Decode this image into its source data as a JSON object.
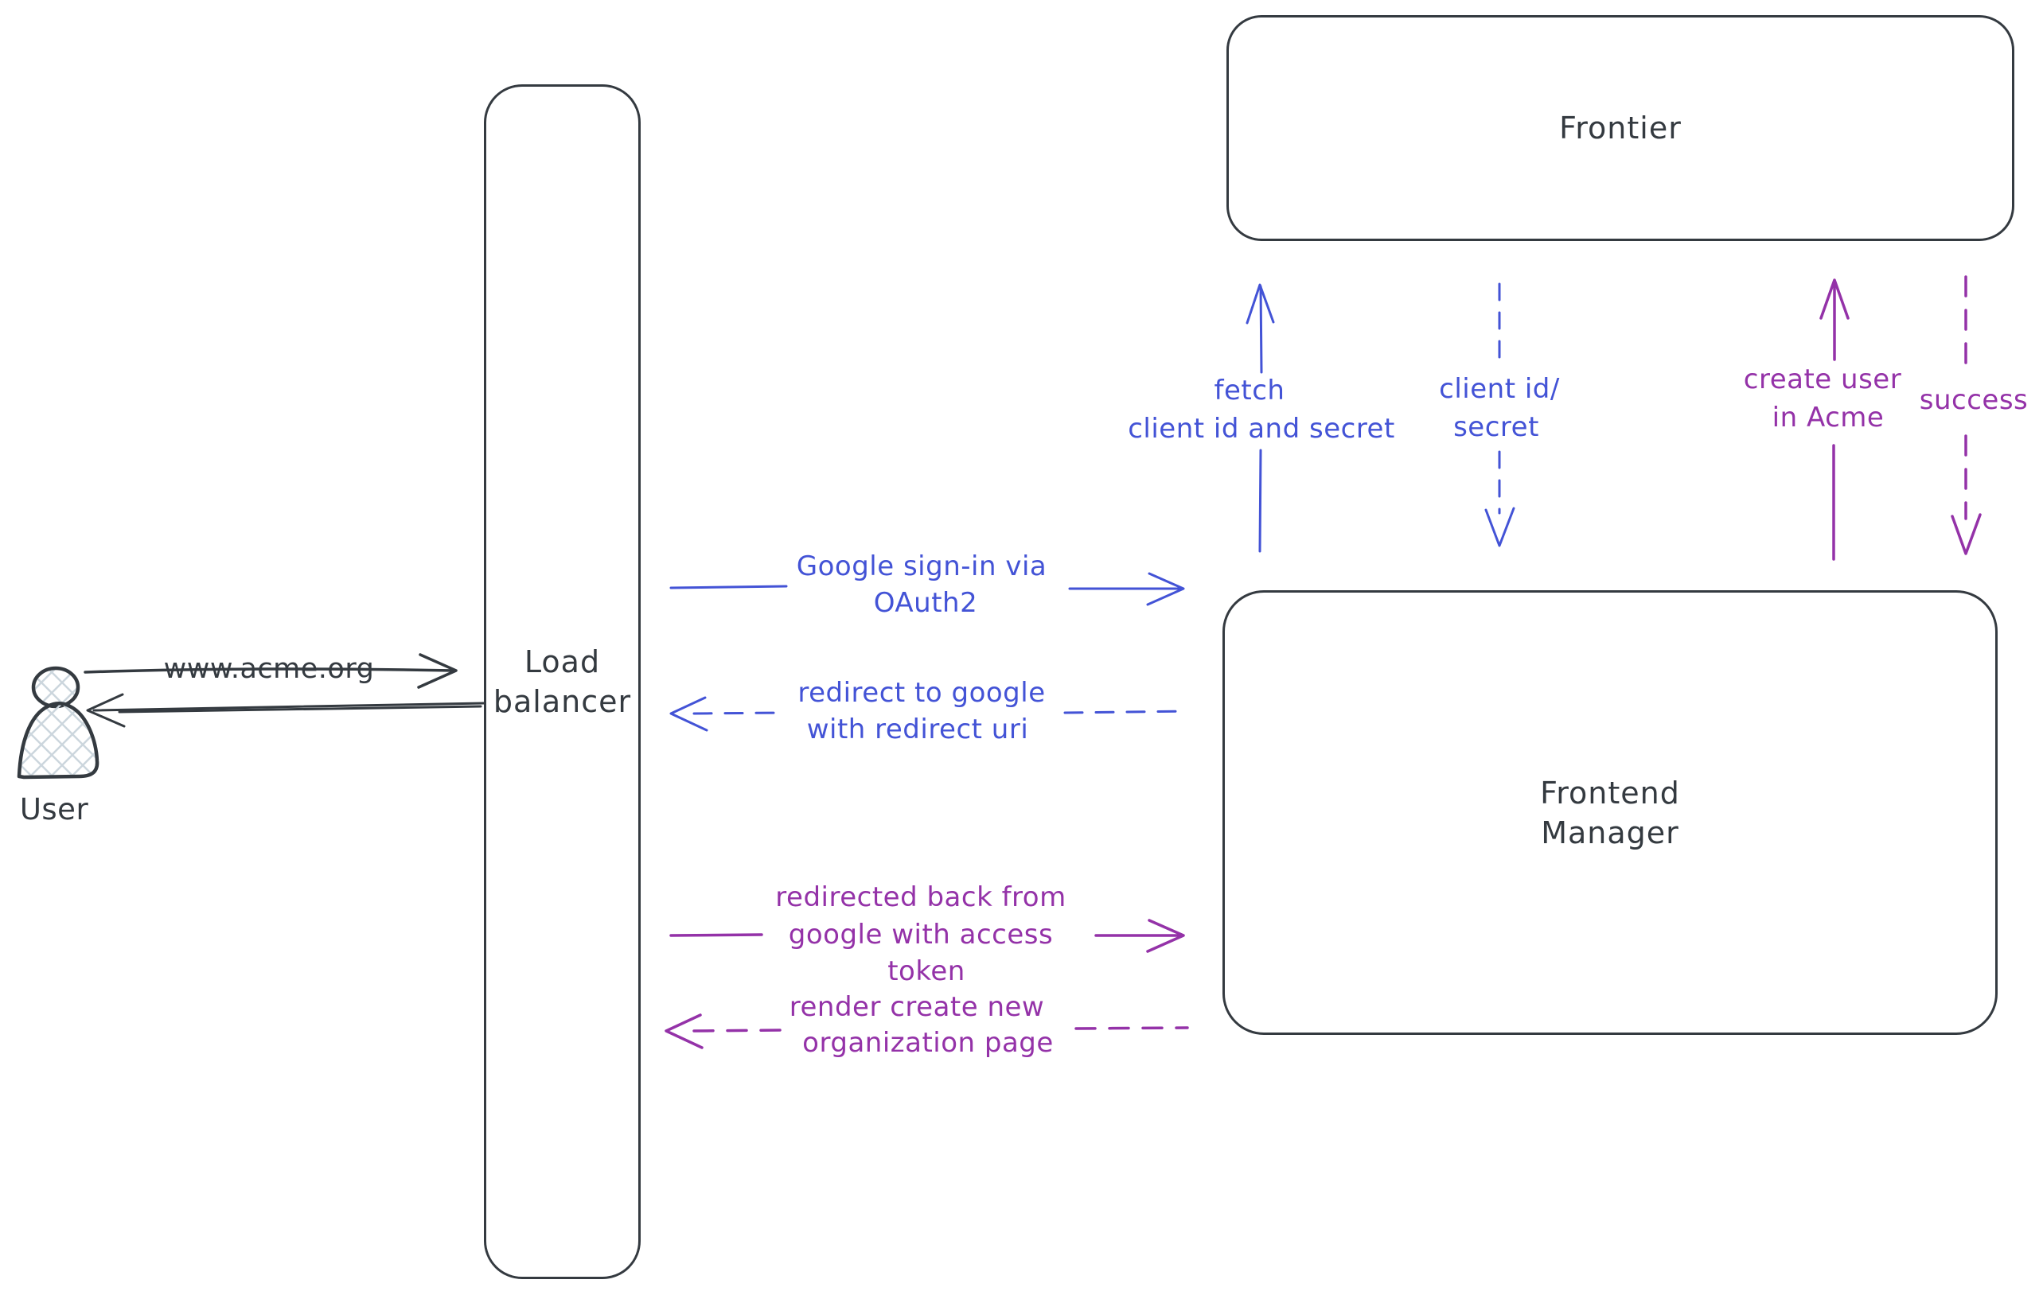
{
  "diagram": {
    "colors": {
      "ink": "#343a40",
      "blue": "#4353d6",
      "purple": "#9432a8",
      "hatch": "#ccd6dd"
    },
    "nodes": {
      "user": {
        "label": "User"
      },
      "load_balancer": {
        "lines": [
          "Load",
          "balancer"
        ]
      },
      "frontier": {
        "label": "Frontier"
      },
      "frontend_manager": {
        "lines": [
          "Frontend",
          "Manager"
        ]
      }
    },
    "edges": {
      "user_to_lb": {
        "label": "www.acme.org",
        "style": "solid",
        "color": "ink",
        "direction": "right"
      },
      "lb_to_user": {
        "label": "",
        "style": "solid",
        "color": "ink",
        "direction": "left"
      },
      "google_signin": {
        "lines": [
          "Google sign-in via",
          "OAuth2"
        ],
        "style": "solid",
        "color": "blue",
        "direction": "right"
      },
      "redirect_google": {
        "lines": [
          "redirect to google",
          "with redirect uri"
        ],
        "style": "dashed",
        "color": "blue",
        "direction": "left"
      },
      "redirected_back": {
        "lines": [
          "redirected back from",
          "google with access",
          "token"
        ],
        "style": "solid",
        "color": "purple",
        "direction": "right"
      },
      "render_org_page": {
        "lines": [
          "render create new",
          "organization page"
        ],
        "style": "dashed",
        "color": "purple",
        "direction": "left"
      },
      "fetch_client": {
        "lines": [
          "fetch",
          "client id and secret"
        ],
        "style": "solid",
        "color": "blue",
        "direction": "up"
      },
      "client_id_secret": {
        "lines": [
          "client id/",
          "secret"
        ],
        "style": "dashed",
        "color": "blue",
        "direction": "down"
      },
      "create_user": {
        "lines": [
          "create user",
          "in Acme"
        ],
        "style": "solid",
        "color": "purple",
        "direction": "up"
      },
      "success": {
        "label": "success",
        "style": "dashed",
        "color": "purple",
        "direction": "down"
      }
    }
  }
}
